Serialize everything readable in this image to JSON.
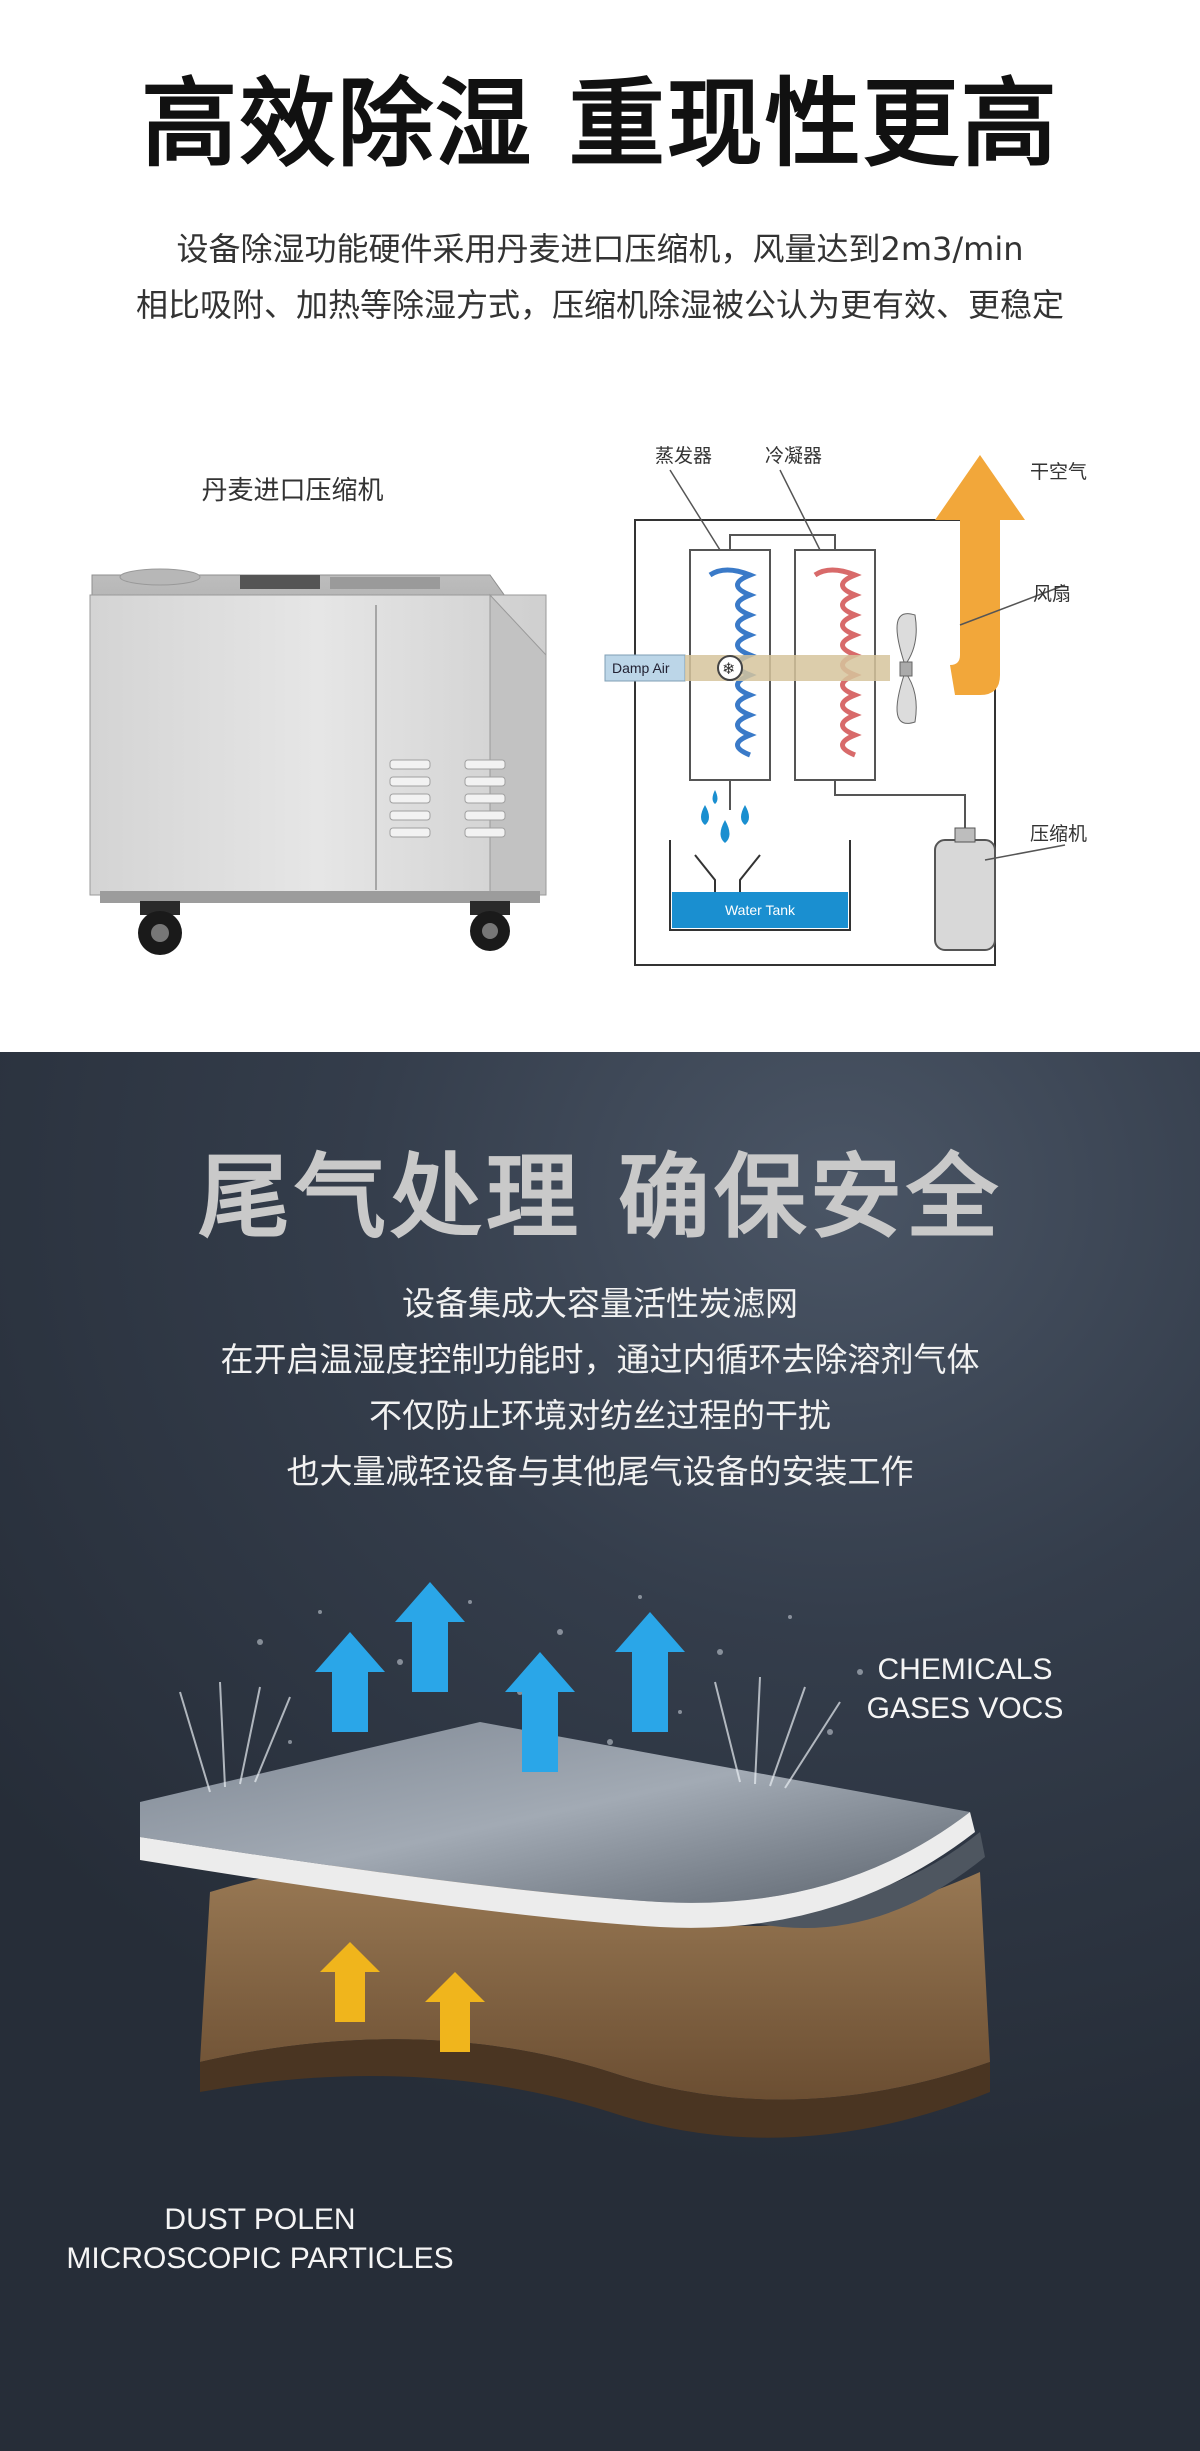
{
  "section1": {
    "title": "高效除湿 重现性更高",
    "subtitle_line1": "设备除湿功能硬件采用丹麦进口压缩机，风量达到2m3/min",
    "subtitle_line2": "相比吸附、加热等除湿方式，压缩机除湿被公认为更有效、更稳定",
    "compressor_caption": "丹麦进口压缩机",
    "diagram": {
      "evaporator": "蒸发器",
      "condenser": "冷凝器",
      "dry_air": "干空气",
      "fan": "风扇",
      "compressor": "压缩机",
      "damp_air": "Damp Air",
      "water_tank": "Water Tank"
    }
  },
  "section2": {
    "title": "尾气处理 确保安全",
    "line1": "设备集成大容量活性炭滤网",
    "line2": "在开启温湿度控制功能时，通过内循环去除溶剂气体",
    "line3": "不仅防止环境对纺丝过程的干扰",
    "line4": "也大量减轻设备与其他尾气设备的安装工作",
    "label_top_1": "CHEMICALS",
    "label_top_2": "GASES VOCS",
    "label_bottom_1": "DUST POLEN",
    "label_bottom_2": "MICROSCOPIC PARTICLES"
  },
  "colors": {
    "arrow_orange": "#f2a73a",
    "arrow_blue": "#2aa6e8",
    "arrow_yellow": "#f0b51c",
    "water": "#1a8fd0",
    "dark_bg": "#2f3744"
  }
}
